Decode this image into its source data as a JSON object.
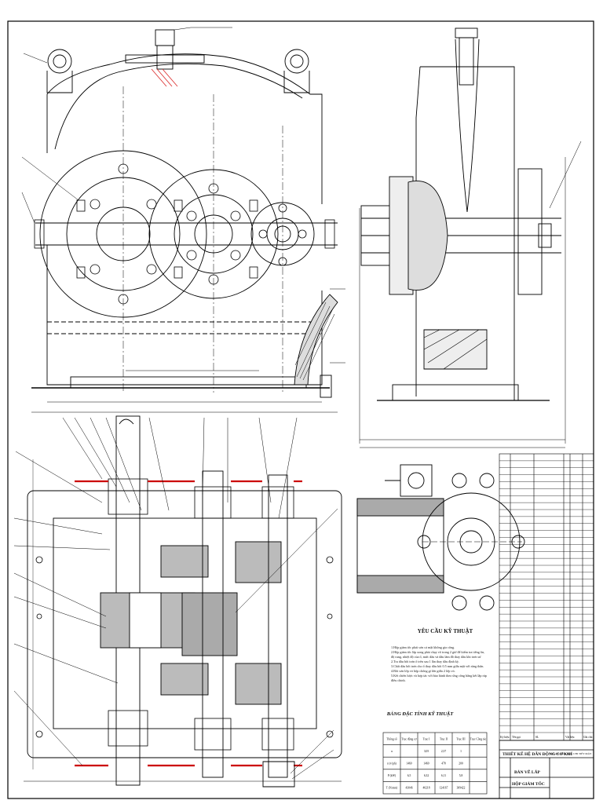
{
  "requirements": {
    "title": "YÊU CẦU KỸ THUẬT",
    "items": [
      "1.Hộp giảm tốc phải sơn cả mặt không gia công.",
      "2.Hộp giảm tốc lắp xong phải chạy vô trong 2 giờ để kiểm tra tiếng ồn,",
      "độ rung, nhiệt độ của ổ, mức dầu và dầu làm đồ thay dầu khi trơn sử",
      "2.Tra dầu bôi trơn ổ trên sau 1 lần thay dầu định kỳ.",
      "3.Chất dầu bôi trơn cho ổ thay dầu bôi 0.5 mm giữa mặt với răng thân.",
      "4.Bôi sơn lớp vỏ hộp chống gỉ lớn giữa 2 lớp vỏ.",
      "5.Kết chiến lược và hợp tác với bảo hành theo ứng công bằng kết lắp ráp",
      "điều chỉnh."
    ]
  },
  "spec_table": {
    "title": "BẢNG ĐẶC TÍNH KỸ THUẬT",
    "headers": [
      "Thông số",
      "Trục động cơ",
      "Trục I",
      "Trục II",
      "Trục III",
      "Trục Công tác"
    ],
    "rows": [
      [
        "u",
        "",
        "3,05",
        "2,37",
        "1",
        ""
      ],
      [
        "n (v/ph)",
        "1460",
        "1460",
        "478",
        "200",
        ""
      ],
      [
        "P (kW)",
        "6,5",
        "6,32",
        "6,11",
        "5,8",
        ""
      ],
      [
        "T (N.mm)",
        "43046",
        "40218",
        "124167",
        "309422",
        ""
      ]
    ]
  },
  "title_block": {
    "project": "THIẾT KẾ HỆ DẪN ĐỘNG CƠ KHÍ",
    "drawing": "BẢN VẼ LẮP",
    "subject": "HỘP GIẢM TỐC",
    "school": "ĐỒ ÁN MÔN HỌC CHI TIẾT MÁY"
  },
  "parts_list": {
    "headers": [
      "Ký hiệu",
      "Tên gọi",
      "SL",
      "Vật liệu",
      "Ghi chú"
    ]
  }
}
